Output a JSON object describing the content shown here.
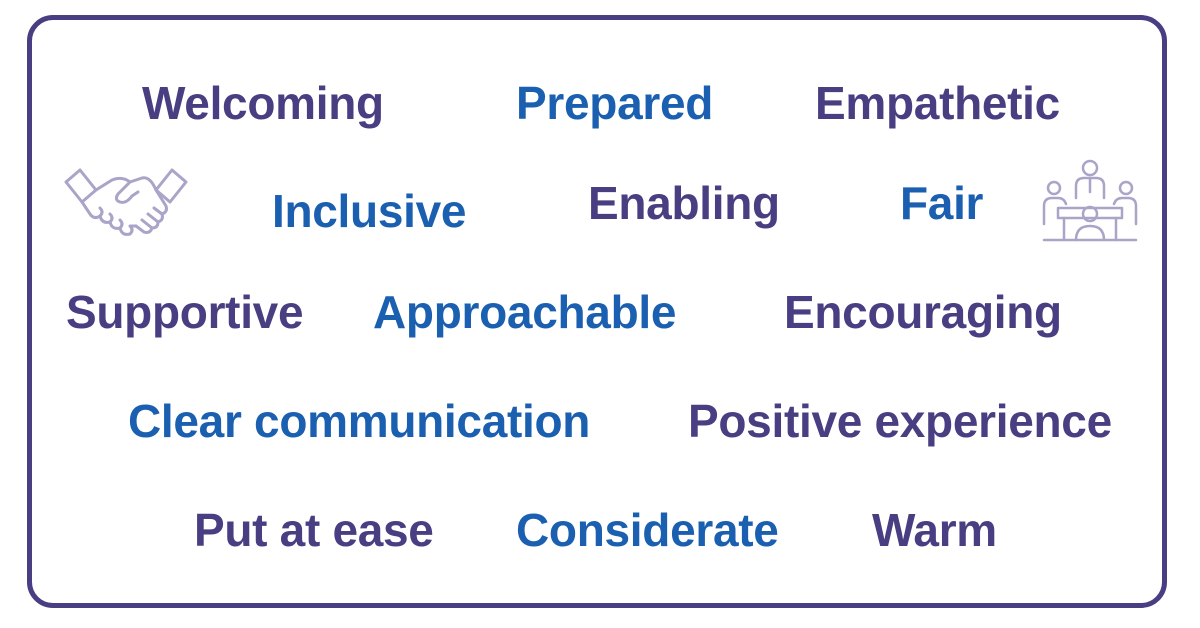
{
  "colors": {
    "purple": "#4a3e82",
    "blue": "#1a5fb0",
    "icon": "#a9a4c8"
  },
  "icons": {
    "left": "handshake-icon",
    "right": "meeting-icon"
  },
  "words": {
    "welcoming": "Welcoming",
    "prepared": "Prepared",
    "empathetic": "Empathetic",
    "inclusive": "Inclusive",
    "enabling": "Enabling",
    "fair": "Fair",
    "supportive": "Supportive",
    "approachable": "Approachable",
    "encouraging": "Encouraging",
    "clear_communication": "Clear communication",
    "positive_experience": "Positive experience",
    "put_at_ease": "Put at ease",
    "considerate": "Considerate",
    "warm": "Warm"
  }
}
